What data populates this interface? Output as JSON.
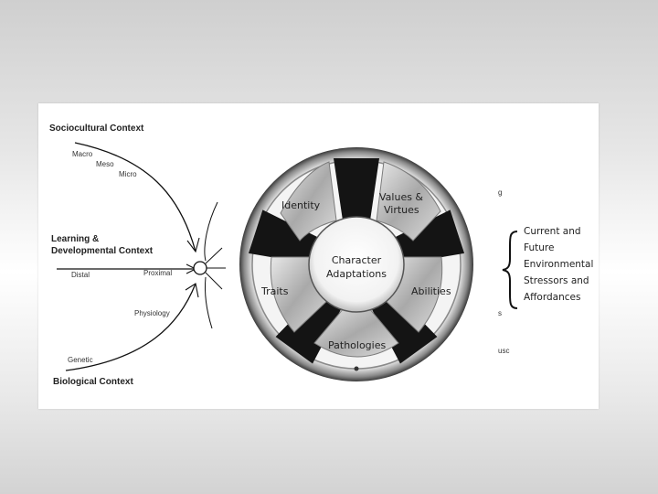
{
  "left": {
    "sociocultural_context": "Sociocultural Context",
    "macro": "Macro",
    "meso": "Meso",
    "micro": "Micro",
    "learning_line1": "Learning &",
    "learning_line2": "Developmental Context",
    "distal": "Distal",
    "proximal": "Proximal",
    "physiology": "Physiology",
    "genetic": "Genetic",
    "biological_context": "Biological Context"
  },
  "wheel": {
    "hub_line1": "Character",
    "hub_line2": "Adaptations",
    "identity": "Identity",
    "values_line1": "Values &",
    "values_line2": "Virtues",
    "traits": "Traits",
    "abilities": "Abilities",
    "pathologies": "Pathologies"
  },
  "right": {
    "env_lines": [
      "Current and",
      "Future",
      "Environmental",
      "Stressors and",
      "Affordances"
    ],
    "cut_top": "g",
    "cut_mid": "s",
    "cut_bottom": "usc"
  }
}
